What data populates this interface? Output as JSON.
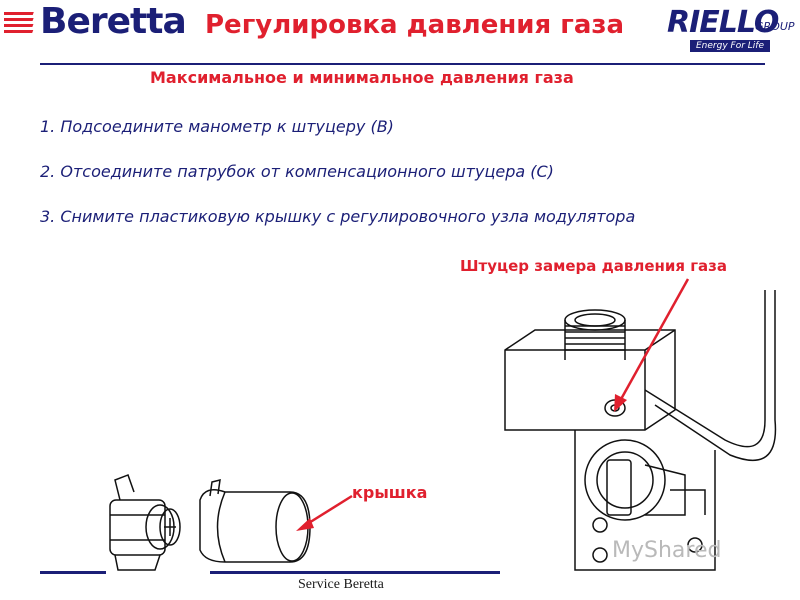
{
  "header": {
    "brand_left": "Beretta",
    "title": "Регулировка давления газа",
    "brand_right": "RIELLO",
    "brand_right_suffix": "GROUP",
    "brand_right_tagline": "Energy For Life"
  },
  "subtitle": "Максимальное и минимальное давления газа",
  "steps": [
    "1. Подсоедините манометр к штуцеру (В)",
    "2. Отсоедините патрубок от компенсационного штуцера (С)",
    "3. Снимите пластиковую крышку с регулировочного узла модулятора"
  ],
  "labels": {
    "pressure_fitting": "Штуцер замера давления газа",
    "cap": "крышка"
  },
  "footer": "Service Beretta",
  "watermark": "MyShared",
  "colors": {
    "accent_red": "#e0202e",
    "brand_blue": "#1b1f77"
  }
}
